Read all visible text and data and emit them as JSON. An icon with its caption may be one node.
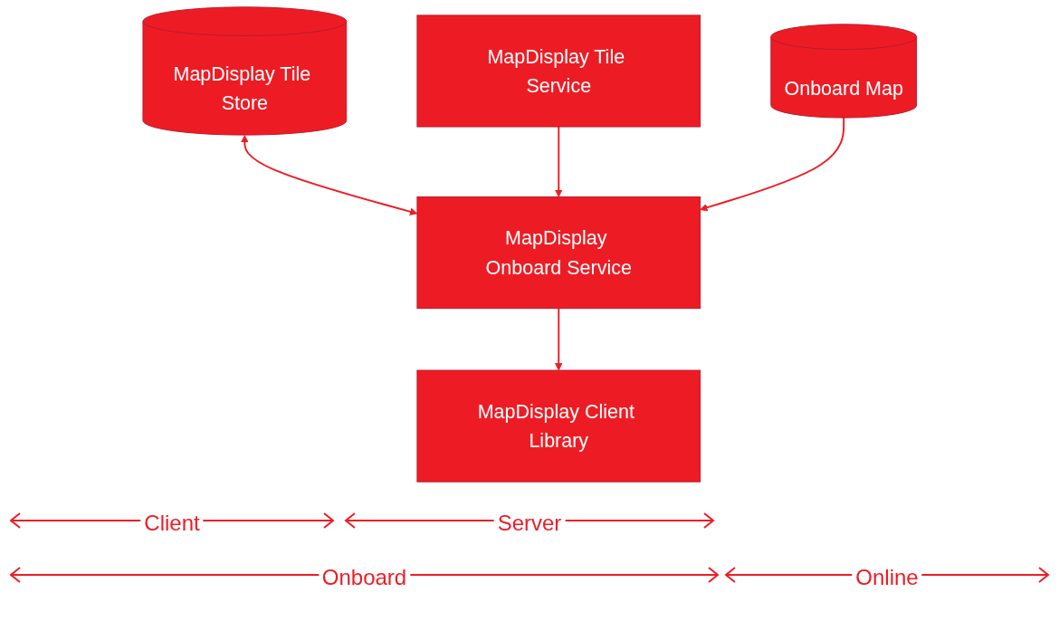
{
  "diagram": {
    "nodes": [
      {
        "text": [
          "MapDisplay Tile Store"
        ]
      },
      {
        "text": [
          "MapDisplay Client Library"
        ]
      },
      {
        "text": [
          "MapDisplay Onboard Service"
        ]
      },
      {
        "text": [
          "MapDisplay Tile Service"
        ]
      },
      {
        "text": [
          "Onboard Map"
        ]
      }
    ],
    "edges": [
      {
        "from": 0,
        "to": 2,
        "arrow": "both"
      },
      {
        "from": 2,
        "to": 1,
        "arrow": "to"
      },
      {
        "from": 3,
        "to": 2,
        "arrow": "to"
      },
      {
        "from": 4,
        "to": 2,
        "arrow": "to"
      }
    ],
    "labels": [
      "Client",
      "Server",
      "Onboard",
      "Online"
    ]
  }
}
